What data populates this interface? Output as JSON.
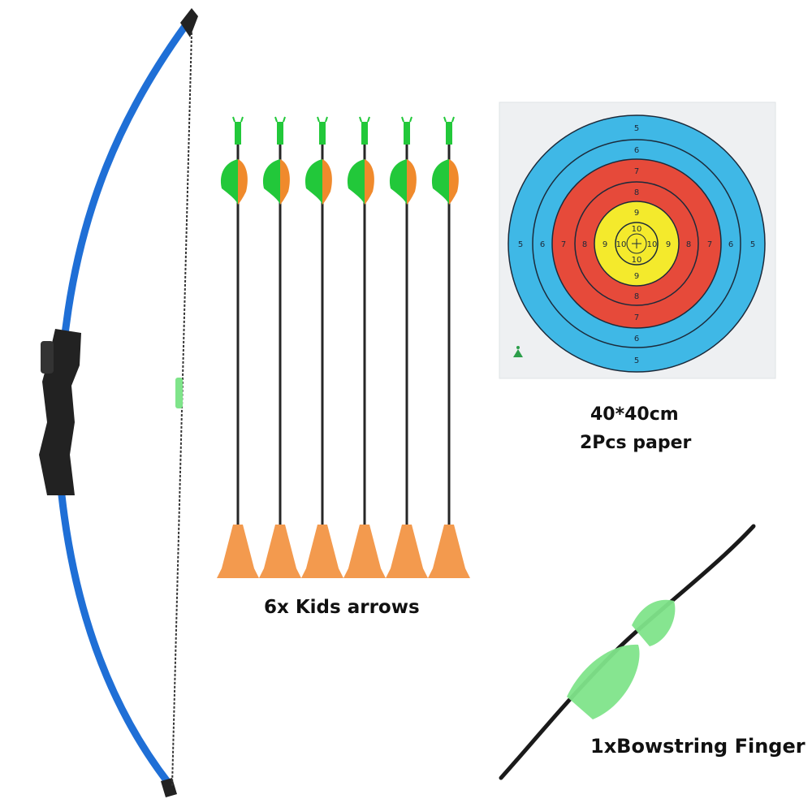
{
  "captions": {
    "arrows": "6x Kids arrows",
    "target_size": "40*40cm",
    "target_qty": "2Pcs paper",
    "finger": "1xBowstring  Finger"
  },
  "target_rings": {
    "outer": [
      "5",
      "6"
    ],
    "red": [
      "7",
      "8"
    ],
    "yellow": [
      "9",
      "10"
    ]
  },
  "colors": {
    "bow_limb": "#1f6fd6",
    "grip": "#222222",
    "fletch_green": "#22c83a",
    "fletch_orange": "#f08a2c",
    "suction_cup": "#f39a4e",
    "ring_blue": "#3fb8e6",
    "ring_red": "#e64a3a",
    "ring_yellow": "#f4ea2c",
    "finger_guard": "#7fe48a"
  }
}
